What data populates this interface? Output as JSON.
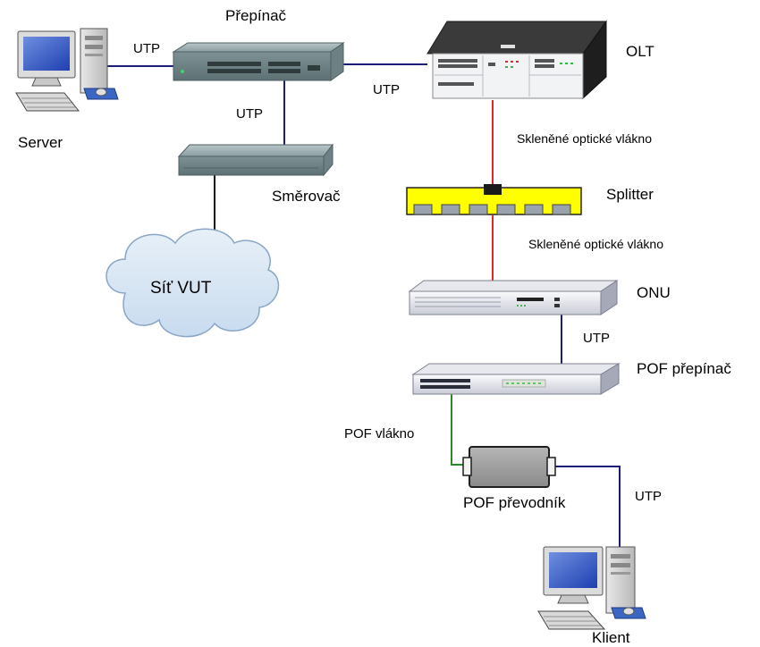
{
  "labels": {
    "server": "Server",
    "switch": "Přepínač",
    "router": "Směrovač",
    "network": "Síť VUT",
    "olt": "OLT",
    "splitter": "Splitter",
    "onu": "ONU",
    "pof_switch": "POF přepínač",
    "pof_converter": "POF převodník",
    "client": "Klient",
    "utp_server_switch": "UTP",
    "utp_switch_olt": "UTP",
    "utp_switch_router": "UTP",
    "utp_onu_pof": "UTP",
    "utp_converter_client": "UTP",
    "fiber_olt_splitter": "Skleněné optické vlákno",
    "fiber_splitter_onu": "Skleněné optické vlákno",
    "pof_fiber": "POF vlákno"
  },
  "colors": {
    "utp": "#1c1c7a",
    "glass_fiber": "#e5252a",
    "pof_fiber": "#2a8a2a",
    "splitter": "#ffff00",
    "cloud": "#d8e7f4"
  }
}
